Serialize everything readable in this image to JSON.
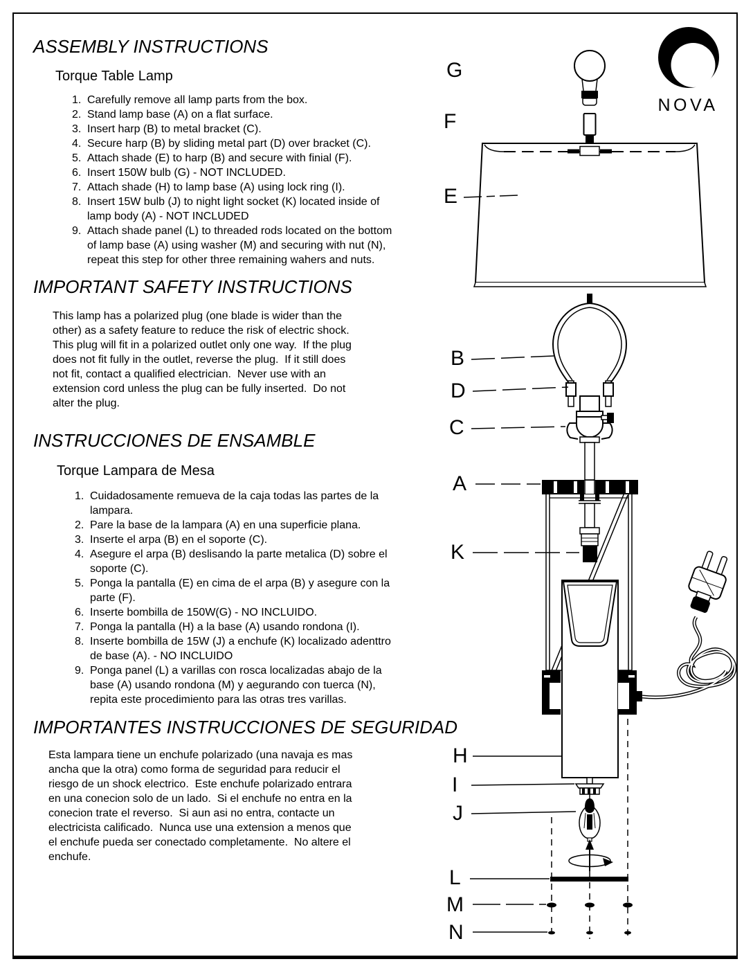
{
  "brand": {
    "name": "NOVA"
  },
  "assembly_en": {
    "title": "ASSEMBLY INSTRUCTIONS",
    "subtitle": "Torque Table Lamp",
    "steps": [
      {
        "num": "1.",
        "lines": [
          "Carefully remove all lamp parts from the box."
        ]
      },
      {
        "num": "2.",
        "lines": [
          "Stand lamp base (A) on a flat surface."
        ]
      },
      {
        "num": "3.",
        "lines": [
          "Insert harp (B) to metal bracket (C)."
        ]
      },
      {
        "num": "4.",
        "lines": [
          "Secure harp (B) by sliding metal part (D) over bracket (C)."
        ]
      },
      {
        "num": "5.",
        "lines": [
          "Attach shade (E) to harp (B) and secure with finial (F)."
        ]
      },
      {
        "num": "6.",
        "lines": [
          "Insert 150W bulb (G) - NOT INCLUDED."
        ]
      },
      {
        "num": "7.",
        "lines": [
          "Attach shade (H) to lamp base (A) using lock ring (I)."
        ]
      },
      {
        "num": "8.",
        "lines": [
          "Insert 15W bulb (J) to night light socket (K) located inside of",
          "lamp body (A) - NOT INCLUDED"
        ]
      },
      {
        "num": "9.",
        "lines": [
          "Attach shade panel (L) to threaded rods located on the bottom",
          "of lamp base (A) using washer (M) and securing with nut (N),",
          "repeat this step for other three remaining wahers and nuts."
        ]
      }
    ]
  },
  "safety_en": {
    "title": "IMPORTANT SAFETY INSTRUCTIONS",
    "lines": [
      "This lamp has a polarized plug (one blade is wider than the",
      "other) as a safety feature to reduce the risk of electric shock.",
      "This plug will fit in a polarized outlet only one way.  If the plug",
      "does not fit fully in the outlet, reverse the plug.  If it still does",
      "not fit, contact a qualified electrician.  Never use with an",
      "extension cord unless the plug can be fully inserted.  Do not",
      "alter the plug."
    ]
  },
  "assembly_es": {
    "title": "INSTRUCCIONES DE ENSAMBLE",
    "subtitle": "Torque Lampara de Mesa",
    "steps": [
      {
        "num": "1.",
        "lines": [
          "Cuidadosamente remueva de la caja todas las partes de la",
          "lampara."
        ]
      },
      {
        "num": "2.",
        "lines": [
          "Pare la base de la lampara (A) en una superficie plana."
        ]
      },
      {
        "num": "3.",
        "lines": [
          "Inserte el arpa (B) en el soporte (C)."
        ]
      },
      {
        "num": "4.",
        "lines": [
          "Asegure el arpa (B) deslisando la parte metalica (D) sobre el",
          "soporte (C)."
        ]
      },
      {
        "num": "5.",
        "lines": [
          "Ponga la pantalla (E) en cima de el arpa (B) y asegure con la",
          "parte (F)."
        ]
      },
      {
        "num": "6.",
        "lines": [
          "Inserte bombilla de 150W(G) - NO INCLUIDO."
        ]
      },
      {
        "num": "7.",
        "lines": [
          "Ponga la pantalla (H) a la base (A) usando rondona (I)."
        ]
      },
      {
        "num": "8.",
        "lines": [
          "Inserte bombilla de 15W (J) a enchufe (K) localizado adenttro",
          "de base (A). - NO INCLUIDO"
        ]
      },
      {
        "num": "9.",
        "lines": [
          "Ponga panel (L) a varillas con rosca localizadas abajo de la",
          "base (A) usando rondona (M) y aegurando con tuerca (N),",
          "repita este procedimiento para las otras tres varillas."
        ]
      }
    ]
  },
  "safety_es": {
    "title": "IMPORTANTES INSTRUCCIONES DE SEGURIDAD",
    "lines": [
      "Esta lampara tiene un enchufe polarizado (una navaja es mas",
      "ancha que la otra) como forma de seguridad para reducir el",
      "riesgo de un shock electrico.  Este enchufe polarizado entrara",
      "en una conecion solo de un lado.  Si el enchufe no entra en la",
      "conecion trate el reverso.  Si aun asi no entra, contacte un",
      "electricista calificado.  Nunca use una extension a menos que",
      "el enchufe pueda ser conectado completamente.  No altere el",
      "enchufe."
    ]
  },
  "diagram": {
    "labels": {
      "G": "G",
      "F": "F",
      "E": "E",
      "B": "B",
      "D": "D",
      "C": "C",
      "A": "A",
      "K": "K",
      "H": "H",
      "I": "I",
      "J": "J",
      "L": "L",
      "M": "M",
      "N": "N"
    }
  },
  "ink": "#000000"
}
